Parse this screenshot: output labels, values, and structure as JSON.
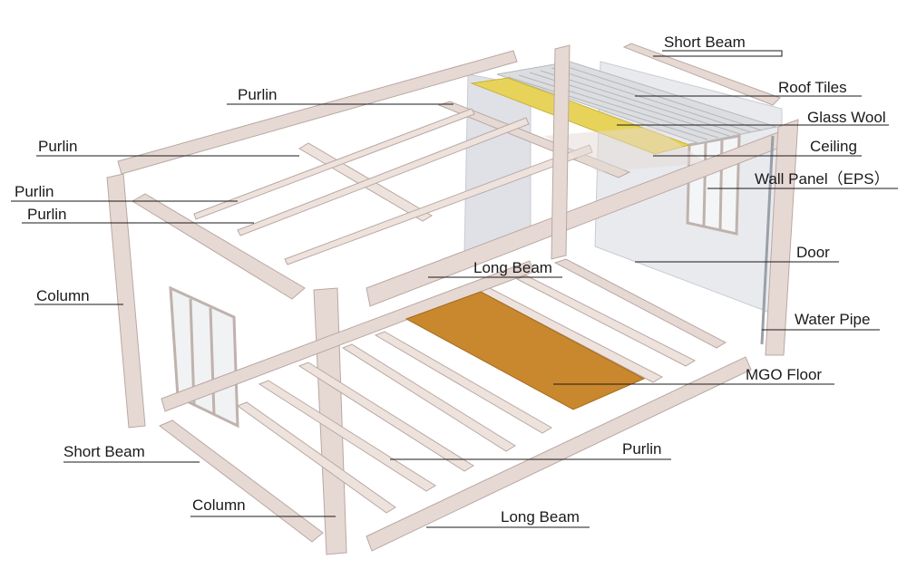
{
  "colors": {
    "frame": "#e6d8d3",
    "frame_edge": "#b9a8a3",
    "frame_shadow": "#cfbfba",
    "wall_panel": "#e9eaee",
    "wall_panel_shade": "#d6d8de",
    "roof_tiles": "#dcdde0",
    "glass_wool": "#e8d35a",
    "mgo_floor": "#c9882e",
    "leader_line": "#1a1a1a"
  },
  "labels": {
    "short_beam_top": "Short Beam",
    "roof_tiles": "Roof Tiles",
    "glass_wool": "Glass Wool",
    "ceiling": "Ceiling",
    "wall_panel": "Wall Panel（EPS）",
    "door": "Door",
    "water_pipe": "Water Pipe",
    "mgo_floor": "MGO Floor",
    "purlin_bottom": "Purlin",
    "long_beam_bottom": "Long Beam",
    "column_bottom": "Column",
    "short_beam_bottom": "Short Beam",
    "column_left": "Column",
    "purlin_top_1": "Purlin",
    "purlin_top_2": "Purlin",
    "purlin_top_3": "Purlin",
    "purlin_top_4": "Purlin",
    "long_beam_mid": "Long Beam"
  }
}
